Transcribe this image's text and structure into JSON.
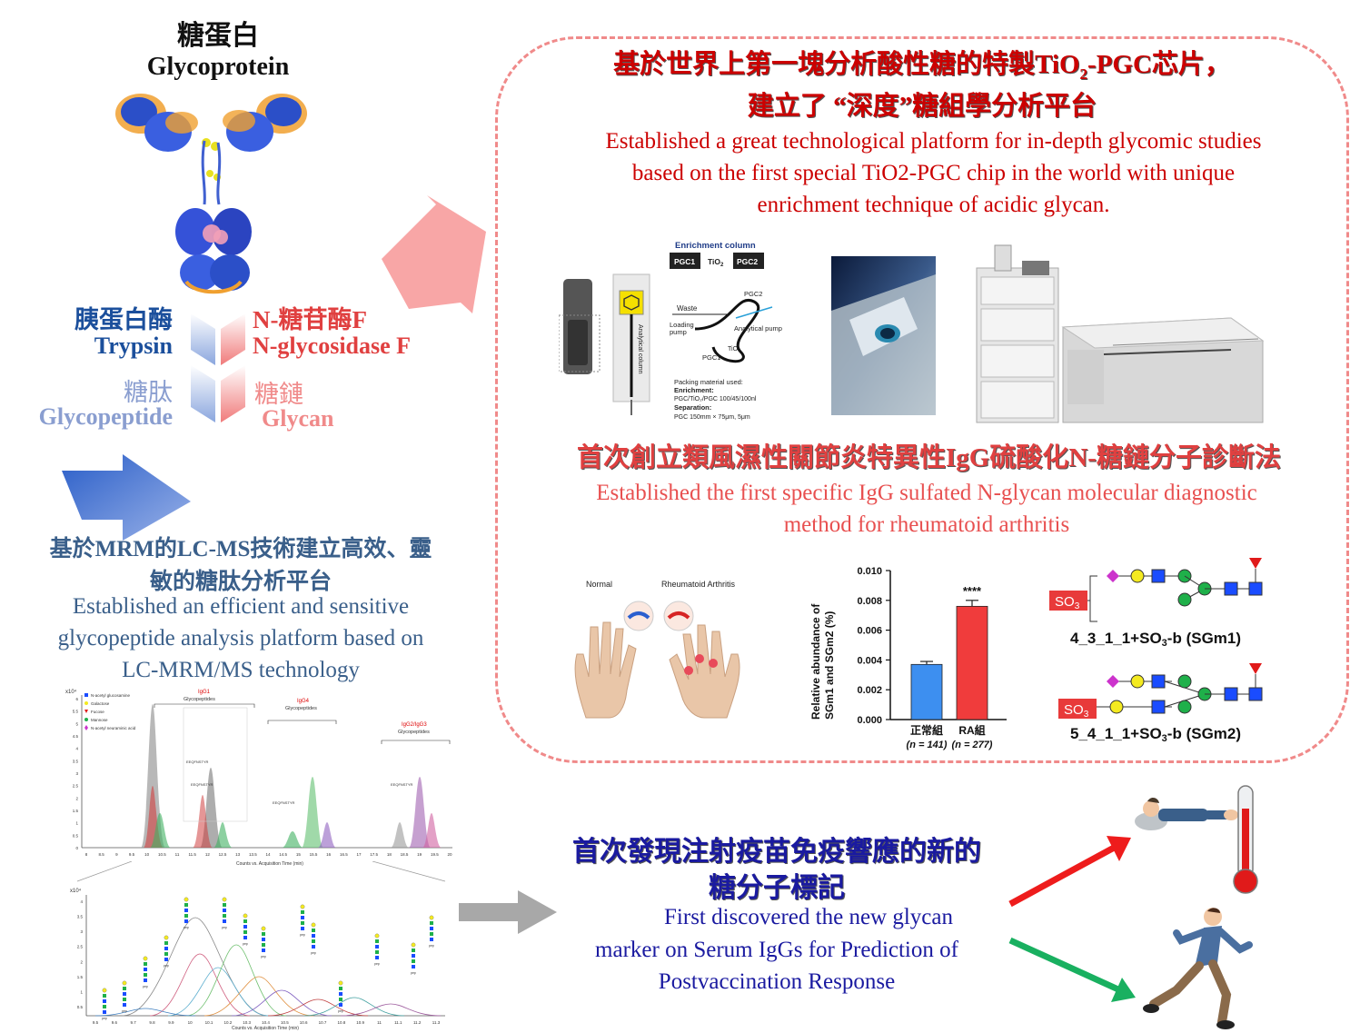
{
  "glycoprotein": {
    "title_zh": "糖蛋白",
    "title_en": "Glycoprotein"
  },
  "enzymes": {
    "trypsin_zh": "胰蛋白酶",
    "trypsin_en": "Trypsin",
    "pngase_zh": "N-糖苷酶F",
    "pngase_en": "N-glycosidase F",
    "glycopeptide_zh": "糖肽",
    "glycopeptide_en": "Glycopeptide",
    "glycan_zh": "糖鏈",
    "glycan_en": "Glycan"
  },
  "left_platform": {
    "zh_line1": "基於MRM的LC-MS技術建立高效、靈",
    "zh_line2": "敏的糖肽分析平台",
    "en_line1": "Established an efficient and sensitive",
    "en_line2": "glycopeptide analysis platform based on",
    "en_line3": "LC-MRM/MS technology"
  },
  "chip_section": {
    "zh_line1": "基於世界上第一塊分析酸性糖的特製TiO",
    "zh_sub": "2",
    "zh_line1b": "-PGC芯片，",
    "zh_line2": "建立了 “深度”糖組學分析平台",
    "en_line1": "Established a great technological platform for in-depth glycomic studies",
    "en_line2": "based on the first special TiO2-PGC chip in the world with  unique",
    "en_line3": "enrichment technique of acidic glycan."
  },
  "chip_diagram": {
    "header": "Enrichment column",
    "pgc1": "PGC1",
    "tio2": "TiO",
    "tio2_sub": "2",
    "pgc2": "PGC2",
    "waste": "Waste",
    "loading": "Loading",
    "pump": "pump",
    "analytical_column": "Analytical column",
    "analytical_pump": "Analytical pump",
    "pgc2_label": "PGC2",
    "tio2_label": "TiO",
    "pgc1_label": "PGC1",
    "packing_title": "Packing material used:",
    "enrichment_label": "Enrichment:",
    "enrichment_value": "PGC/TiO₂/PGC 100/45/100nl",
    "separation_label": "Separation:",
    "separation_value": "PGC 150mm × 75μm, 5μm"
  },
  "ra_section": {
    "zh": "首次創立類風濕性關節炎特異性IgG硫酸化N-糖鏈分子診斷法",
    "en_line1": "Established the first specific IgG sulfated N-glycan molecular diagnostic",
    "en_line2": "method for rheumatoid arthritis",
    "normal_label": "Normal",
    "ra_label": "Rheumatoid Arthritis"
  },
  "chart_data": {
    "type": "bar",
    "categories": [
      "正常組",
      "RA組"
    ],
    "category_n": [
      "(n = 141)",
      "(n = 277)"
    ],
    "values": [
      0.0037,
      0.0076
    ],
    "errors": [
      0.0002,
      0.0004
    ],
    "significance": "****",
    "ylabel_line1": "Relative abundance of",
    "ylabel_line2": "SGm1 and SGm2 (%)",
    "ylim": [
      0,
      0.01
    ],
    "yticks": [
      "0.000",
      "0.002",
      "0.004",
      "0.006",
      "0.008",
      "0.010"
    ],
    "colors": [
      "#3d8ff0",
      "#f03c3c"
    ]
  },
  "glycan_structures": {
    "so3": "SO",
    "so3_sub": "3",
    "sgm1_label_a": "4_3_1_1+SO",
    "sgm1_label_b": "-b (SGm1)",
    "sgm2_label_a": "5_4_1_1+SO",
    "sgm2_label_b": "-b (SGm2)"
  },
  "chromatogram_top": {
    "yunit": "x10⁴",
    "yticks": [
      "6",
      "5.5",
      "5",
      "4.5",
      "4",
      "3.5",
      "3",
      "2.5",
      "2",
      "1.5",
      "1",
      "0.5",
      "0"
    ],
    "legend": [
      "N-acetyl glucosamine",
      "Galactose",
      "Fucose",
      "Mannose",
      "N-acetyl neuraminic acid"
    ],
    "group1": "IgG1",
    "group1_sub": "Glycopeptides",
    "group2": "IgG4",
    "group2_sub": "Glycopeptides",
    "group3": "IgG2/IgG3",
    "group3_sub": "Glycopeptides",
    "xticks": [
      "8",
      "8.5",
      "9",
      "9.5",
      "10",
      "10.5",
      "11",
      "11.5",
      "12",
      "12.5",
      "13",
      "13.5",
      "14",
      "14.5",
      "15",
      "15.5",
      "16",
      "16.5",
      "17",
      "17.5",
      "18",
      "18.5",
      "19",
      "19.5",
      "20"
    ],
    "xlabel": "Counts vs. Acquisition Time (min)",
    "peptide_tag": "EEQFNSTYR"
  },
  "chromatogram_bottom": {
    "yunit": "x10⁴",
    "yticks": [
      "4",
      "3.5",
      "3",
      "2.5",
      "2",
      "1.5",
      "1",
      "0.5"
    ],
    "xticks": [
      "9.5",
      "9.6",
      "9.7",
      "9.8",
      "9.9",
      "10",
      "10.1",
      "10.2",
      "10.3",
      "10.4",
      "10.5",
      "10.6",
      "10.7",
      "10.8",
      "10.9",
      "11",
      "11.1",
      "11.2",
      "11.3"
    ],
    "xlabel": "Counts vs. Acquisition Time (min)",
    "pep": "pep"
  },
  "vaccine_section": {
    "zh_line1": "首次發現注射疫苗免疫響應的新的",
    "zh_line2": "糖分子標記",
    "en_line1": "First discovered the new glycan",
    "en_line2": "marker on Serum IgGs for Prediction of",
    "en_line3": "Postvaccination Response"
  },
  "colors": {
    "big_arrow_pink": "#f8a6a6",
    "blue_arrow": "#3d6fd0",
    "gray_arrow": "#a8a8a8",
    "red_arrow": "#ee1c1c",
    "green_arrow": "#19b060",
    "panel_border": "#f08a8a"
  }
}
